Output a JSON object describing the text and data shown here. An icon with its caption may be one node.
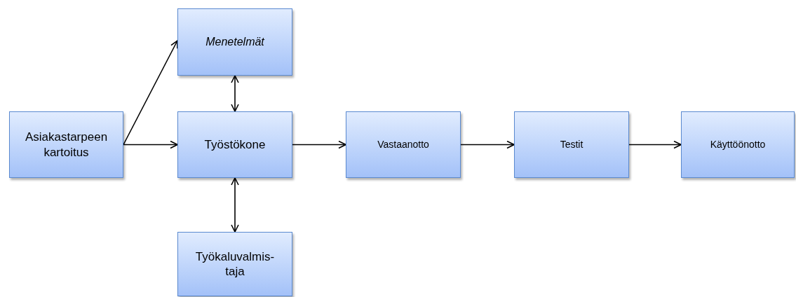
{
  "diagram": {
    "nodes": [
      {
        "text": [
          "Asiakastarpeen kartoitus"
        ]
      },
      {
        "text": [
          "Menetelmät"
        ]
      },
      {
        "text": [
          "Työstökone"
        ]
      },
      {
        "text": [
          "Työkaluvalmis- taja"
        ]
      },
      {
        "text": [
          "Vastaanotto"
        ]
      },
      {
        "text": [
          "Testit"
        ]
      },
      {
        "text": [
          "Käyttöönotto"
        ]
      }
    ],
    "edges": [
      {
        "from": 0,
        "to": 1,
        "arrow": "to"
      },
      {
        "from": 0,
        "to": 2,
        "arrow": "to"
      },
      {
        "from": 1,
        "to": 2,
        "arrow": "both"
      },
      {
        "from": 2,
        "to": 3,
        "arrow": "both"
      },
      {
        "from": 2,
        "to": 4,
        "arrow": "to"
      },
      {
        "from": 4,
        "to": 5,
        "arrow": "to"
      },
      {
        "from": 5,
        "to": 6,
        "arrow": "to"
      }
    ]
  }
}
